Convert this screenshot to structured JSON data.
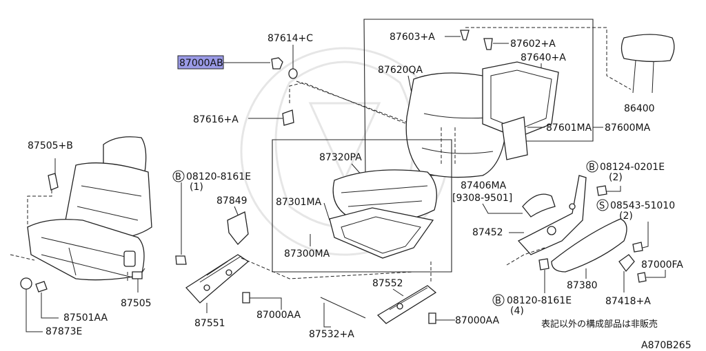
{
  "labels": {
    "p87000AB": "87000AB",
    "p87614C": "87614+C",
    "p87616A": "87616+A",
    "p87603A": "87603+A",
    "p87602A": "87602+A",
    "p87640A": "87640+A",
    "p87620QA": "87620QA",
    "p86400": "86400",
    "p87601MA": "87601MA",
    "p87600MA": "87600MA",
    "p87505B": "87505+B",
    "p87505": "87505",
    "p87501AA": "87501AA",
    "p87873E": "87873E",
    "p87320PA": "87320PA",
    "p87301MA": "87301MA",
    "p87300MA": "87300MA",
    "p87849": "87849",
    "p87551": "87551",
    "p87000AA_a": "87000AA",
    "p87552": "87552",
    "p87532A": "87532+A",
    "p87000AA_b": "87000AA",
    "p87406MA": "87406MA",
    "range_87406": "[9308-9501]",
    "p87452": "87452",
    "p87380": "87380",
    "p87418A": "87418+A",
    "p87000FA": "87000FA",
    "bolt1_num": "08120-8161E",
    "bolt1_qty": "(1)",
    "bolt2_num": "08124-0201E",
    "bolt2_qty": "(2)",
    "screw_num": "08543-51010",
    "screw_qty": "(2)",
    "bolt3_num": "08120-8161E",
    "bolt3_qty": "(4)",
    "prefix_b": "B",
    "prefix_s": "S",
    "note_jp": "表記以外の構成部品は非販売",
    "figure_code": "A870B265"
  },
  "colors": {
    "highlight": "#9a9ae6",
    "line": "#222222",
    "watermark": "#e6e6e6"
  }
}
